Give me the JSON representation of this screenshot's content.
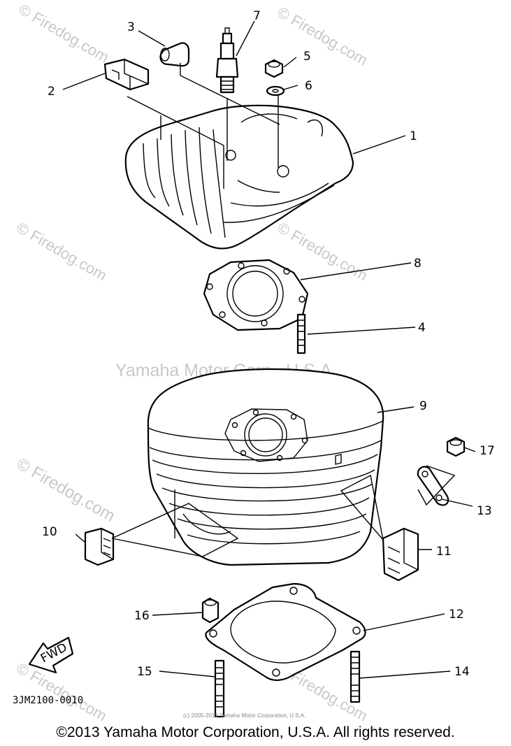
{
  "diagram": {
    "part_numbers": [
      "1",
      "2",
      "3",
      "4",
      "5",
      "6",
      "7",
      "8",
      "9",
      "10",
      "11",
      "12",
      "13",
      "14",
      "15",
      "16",
      "17"
    ],
    "model_code": "3JM2100-0010",
    "fwd_label": "FWD"
  },
  "watermarks": {
    "center": "Yamaha Motor Corp., U.S.A.",
    "site": "© Firedog.com",
    "small_copyright": "(c) 2005-2013 Yamaha Motor Corporation, U.S.A."
  },
  "footer": {
    "copyright": "©2013 Yamaha Motor Corporation, U.S.A. All rights reserved."
  }
}
